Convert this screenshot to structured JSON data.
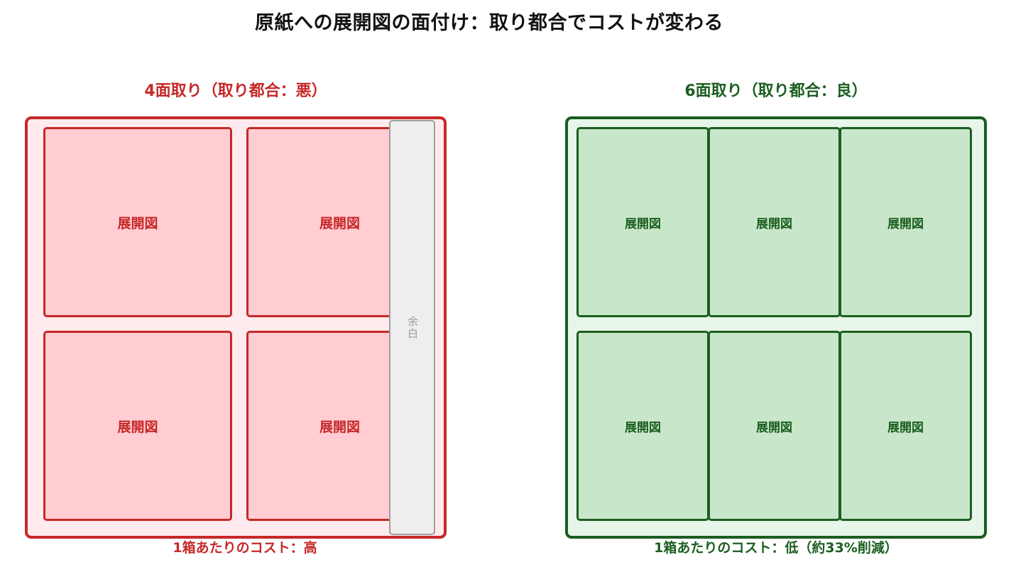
{
  "title": "原紙への展開図の面付け：取り都合でコストが変わる",
  "panels": {
    "bad": {
      "title": "4面取り（取り都合：悪）",
      "net_label": "展開図",
      "nets_count": 4,
      "layout": "2 columns × 2 rows",
      "margin_label": "余白",
      "cost_label": "1箱あたりのコスト：高",
      "colors": {
        "border": "#c62828",
        "panel_fill": "#ffebee",
        "net_fill": "#ffcdd2",
        "margin_fill": "#eeeeee",
        "margin_border": "#9e9e9e"
      },
      "nets": [
        {
          "label": "展開図"
        },
        {
          "label": "展開図"
        },
        {
          "label": "展開図"
        },
        {
          "label": "展開図"
        }
      ]
    },
    "good": {
      "title": "6面取り（取り都合：良）",
      "net_label": "展開図",
      "nets_count": 6,
      "layout": "3 columns × 2 rows",
      "cost_label": "1箱あたりのコスト：低（約33%削減）",
      "colors": {
        "border": "#1b5e20",
        "panel_fill": "#e8f5e9",
        "net_fill": "#c8e6c9"
      },
      "nets": [
        {
          "label": "展開図"
        },
        {
          "label": "展開図"
        },
        {
          "label": "展開図"
        },
        {
          "label": "展開図"
        },
        {
          "label": "展開図"
        },
        {
          "label": "展開図"
        }
      ]
    }
  }
}
